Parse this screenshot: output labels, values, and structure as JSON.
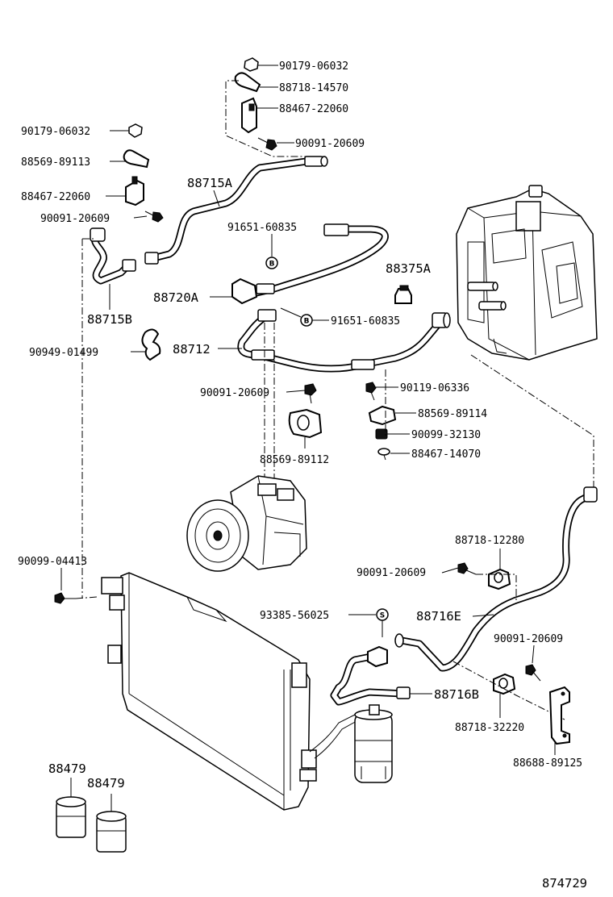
{
  "figure_number": "874729",
  "callouts": {
    "p90179_06032_top": "90179-06032",
    "p88718_14570": "88718-14570",
    "p88467_22060_top": "88467-22060",
    "p90091_20609_top": "90091-20609",
    "p90179_06032_left": "90179-06032",
    "p88569_89113": "88569-89113",
    "p88467_22060_left": "88467-22060",
    "p90091_20609_left": "90091-20609",
    "p88715A": "88715A",
    "p91651_60835_a": "91651-60835",
    "p88375A": "88375A",
    "p88720A": "88720A",
    "p88715B": "88715B",
    "p91651_60835_b": "91651-60835",
    "p90949_01499": "90949-01499",
    "p88712": "88712",
    "p90091_20609_mid": "90091-20609",
    "p90119_06336": "90119-06336",
    "p88569_89114": "88569-89114",
    "p90099_32130": "90099-32130",
    "p88467_14070": "88467-14070",
    "p88569_89112": "88569-89112",
    "p88718_12280": "88718-12280",
    "p90099_04413": "90099-04413",
    "p90091_20609_right": "90091-20609",
    "p93385_56025": "93385-56025",
    "p88716E": "88716E",
    "p90091_20609_far": "90091-20609",
    "p88716B": "88716B",
    "p88718_32220": "88718-32220",
    "p88688_89125": "88688-89125",
    "p88479_a": "88479",
    "p88479_b": "88479"
  },
  "circle_markers": {
    "b_upper": "B",
    "b_lower": "B",
    "s_marker": "S"
  }
}
